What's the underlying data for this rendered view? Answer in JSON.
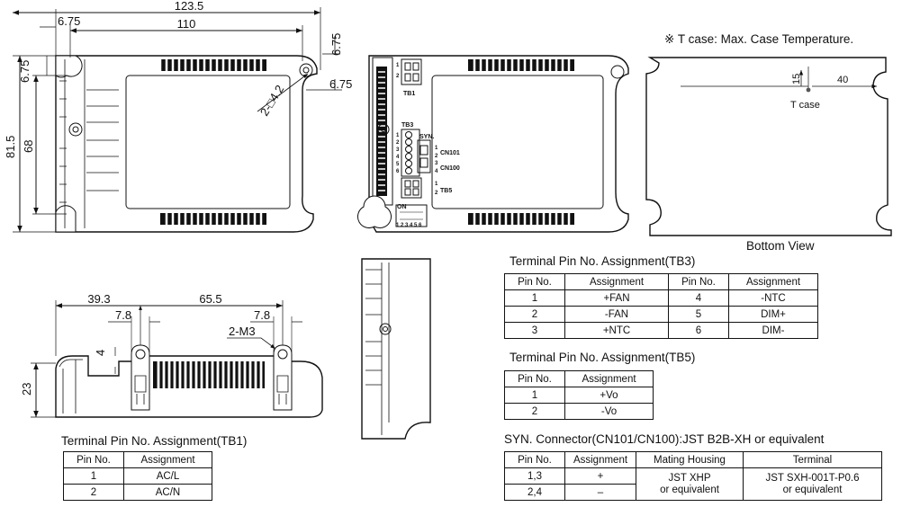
{
  "dims": {
    "top_total": "123.5",
    "top_left": "6.75",
    "top_inner": "110",
    "right_top": "6.75",
    "right_side": "6.75",
    "left_upper": "6.75",
    "height_outer": "81.5",
    "height_inner": "68",
    "hole": "2-□4.2",
    "side_a": "39.3",
    "side_b": "65.5",
    "side_c": "7.8",
    "side_d": "7.8",
    "side_thread": "2-M3",
    "side_h": "4",
    "side_height": "23",
    "case_15": "15",
    "case_40": "40"
  },
  "labels": {
    "tcase_note": "※ T case: Max. Case Temperature.",
    "tcase": "T case",
    "bottom_view": "Bottom View",
    "tb1": "TB1",
    "tb3": "TB3",
    "tb5": "TB5",
    "syn": "SYN.",
    "cn101": "CN101",
    "cn100": "CN100",
    "on": "ON",
    "tb1_pins": [
      "1",
      "2"
    ],
    "tb3_pins": [
      "1",
      "2",
      "3",
      "4",
      "5",
      "6"
    ],
    "tb5_pins": [
      "1",
      "2"
    ],
    "cn_pins": [
      "1",
      "2",
      "3",
      "4"
    ],
    "dip": "1 2 3 4 5 6"
  },
  "tables": {
    "tb3": {
      "title": "Terminal Pin No. Assignment(TB3)",
      "headers": [
        "Pin No.",
        "Assignment",
        "Pin No.",
        "Assignment"
      ],
      "rows": [
        [
          "1",
          "+FAN",
          "4",
          "-NTC"
        ],
        [
          "2",
          "-FAN",
          "5",
          "DIM+"
        ],
        [
          "3",
          "+NTC",
          "6",
          "DIM-"
        ]
      ]
    },
    "tb5": {
      "title": "Terminal Pin No. Assignment(TB5)",
      "headers": [
        "Pin No.",
        "Assignment"
      ],
      "rows": [
        [
          "1",
          "+Vo"
        ],
        [
          "2",
          "-Vo"
        ]
      ]
    },
    "syn": {
      "title": "SYN. Connector(CN101/CN100):JST B2B-XH or equivalent",
      "headers": [
        "Pin No.",
        "Assignment",
        "Mating Housing",
        "Terminal"
      ],
      "rows": [
        [
          "1,3",
          "+"
        ],
        [
          "2,4",
          "–"
        ]
      ],
      "housing": [
        "JST XHP",
        "or equivalent"
      ],
      "terminal": [
        "JST SXH-001T-P0.6",
        "or equivalent"
      ]
    },
    "tb1": {
      "title": "Terminal Pin No. Assignment(TB1)",
      "headers": [
        "Pin No.",
        "Assignment"
      ],
      "rows": [
        [
          "1",
          "AC/L"
        ],
        [
          "2",
          "AC/N"
        ]
      ]
    }
  }
}
